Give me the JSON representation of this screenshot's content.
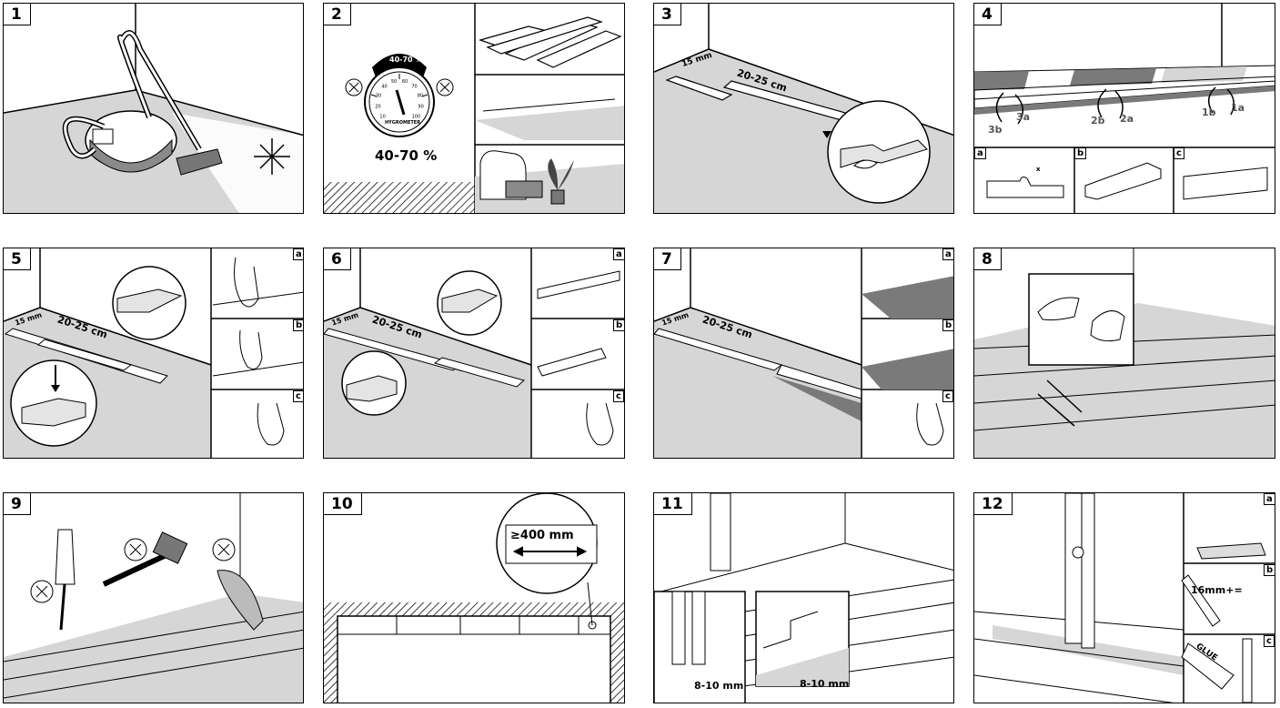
{
  "panels": [
    {
      "number": "1"
    },
    {
      "number": "2",
      "hygro_band": "40-70 %",
      "hygro_label": "HYGROMETER",
      "humidity": "40-70 %",
      "dial_ticks": [
        "10",
        "20",
        "30",
        "40",
        "50",
        "60",
        "70",
        "80",
        "90",
        "100"
      ]
    },
    {
      "number": "3",
      "gap_label": "15 mm",
      "offset_label": "20-25 cm"
    },
    {
      "number": "4",
      "steps": [
        "3b",
        "3a",
        "2b",
        "2a",
        "1b",
        "1a"
      ],
      "sub_labels": [
        "a",
        "b",
        "c"
      ],
      "gap_mark": "x"
    },
    {
      "number": "5",
      "gap_label": "15 mm",
      "offset_label": "20-25 cm",
      "sub_labels": [
        "a",
        "b",
        "c"
      ]
    },
    {
      "number": "6",
      "gap_label": "15 mm",
      "offset_label": "20-25 cm",
      "sub_labels": [
        "a",
        "b",
        "c"
      ]
    },
    {
      "number": "7",
      "gap_label": "15 mm",
      "offset_label": "20-25 cm",
      "sub_labels": [
        "a",
        "b",
        "c"
      ]
    },
    {
      "number": "8"
    },
    {
      "number": "9"
    },
    {
      "number": "10",
      "min_length": "≥400 mm"
    },
    {
      "number": "11",
      "expansion_gap_1": "8-10 mm",
      "expansion_gap_2": "8-10 mm"
    },
    {
      "number": "12",
      "formula": "16mm+=",
      "glue_label": "GLUE",
      "sub_labels": [
        "a",
        "b",
        "c"
      ]
    }
  ],
  "colors": {
    "floor": "#d6d6d6",
    "dark": "#7a7a7a",
    "line": "#000000"
  }
}
